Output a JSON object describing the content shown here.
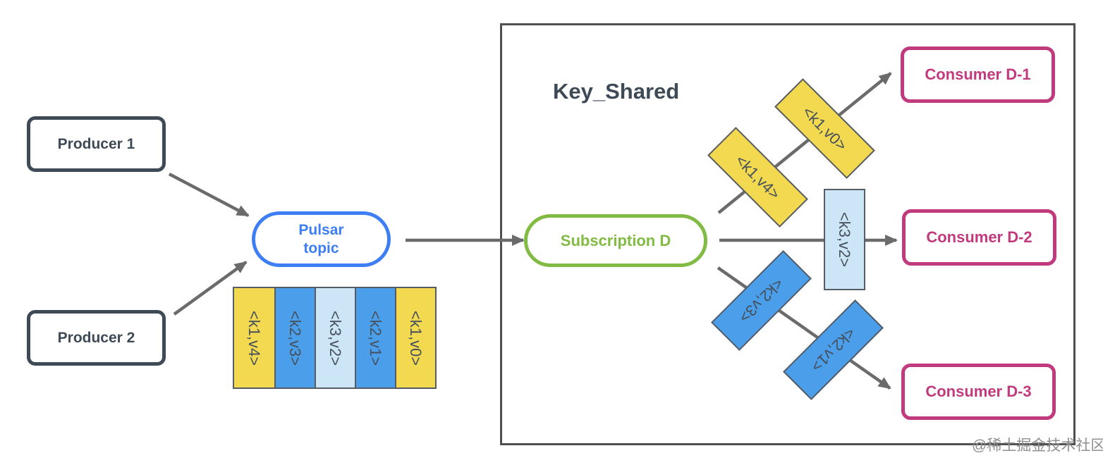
{
  "diagram": {
    "producers": [
      {
        "label": "Producer 1"
      },
      {
        "label": "Producer 2"
      }
    ],
    "topic": {
      "line1": "Pulsar",
      "line2": "topic"
    },
    "queue_cells": [
      {
        "text": "<k1,v4>",
        "color": "#F3D94F"
      },
      {
        "text": "<k2,v3>",
        "color": "#4A9EEA"
      },
      {
        "text": "<k3,v2>",
        "color": "#CDE6F7"
      },
      {
        "text": "<k2,v1>",
        "color": "#4A9EEA"
      },
      {
        "text": "<k1,v0>",
        "color": "#F3D94F"
      }
    ],
    "key_shared": {
      "title": "Key_Shared",
      "subscription_label": "Subscription D",
      "consumers": [
        {
          "label": "Consumer D-1"
        },
        {
          "label": "Consumer D-2"
        },
        {
          "label": "Consumer D-3"
        }
      ],
      "inflight": [
        {
          "text": "<k1,v4>",
          "color": "#F3D94F",
          "route": "to-consumer-d1"
        },
        {
          "text": "<k1,v0>",
          "color": "#F3D94F",
          "route": "to-consumer-d1"
        },
        {
          "text": "<k3,v2>",
          "color": "#CDE6F7",
          "route": "to-consumer-d2"
        },
        {
          "text": "<k2,v3>",
          "color": "#4A9EEA",
          "route": "to-consumer-d3"
        },
        {
          "text": "<k2,v1>",
          "color": "#4A9EEA",
          "route": "to-consumer-d3"
        }
      ]
    },
    "watermark": "@稀土掘金技术社区",
    "colors": {
      "yellow": "#F3D94F",
      "blue": "#4A9EEA",
      "light_blue": "#CDE6F7",
      "green": "#82BB43",
      "pink": "#C13A7D",
      "dark_slate": "#3F4A57",
      "topic_blue": "#3D7EF5",
      "arrow_gray": "#6B6B6B"
    }
  }
}
